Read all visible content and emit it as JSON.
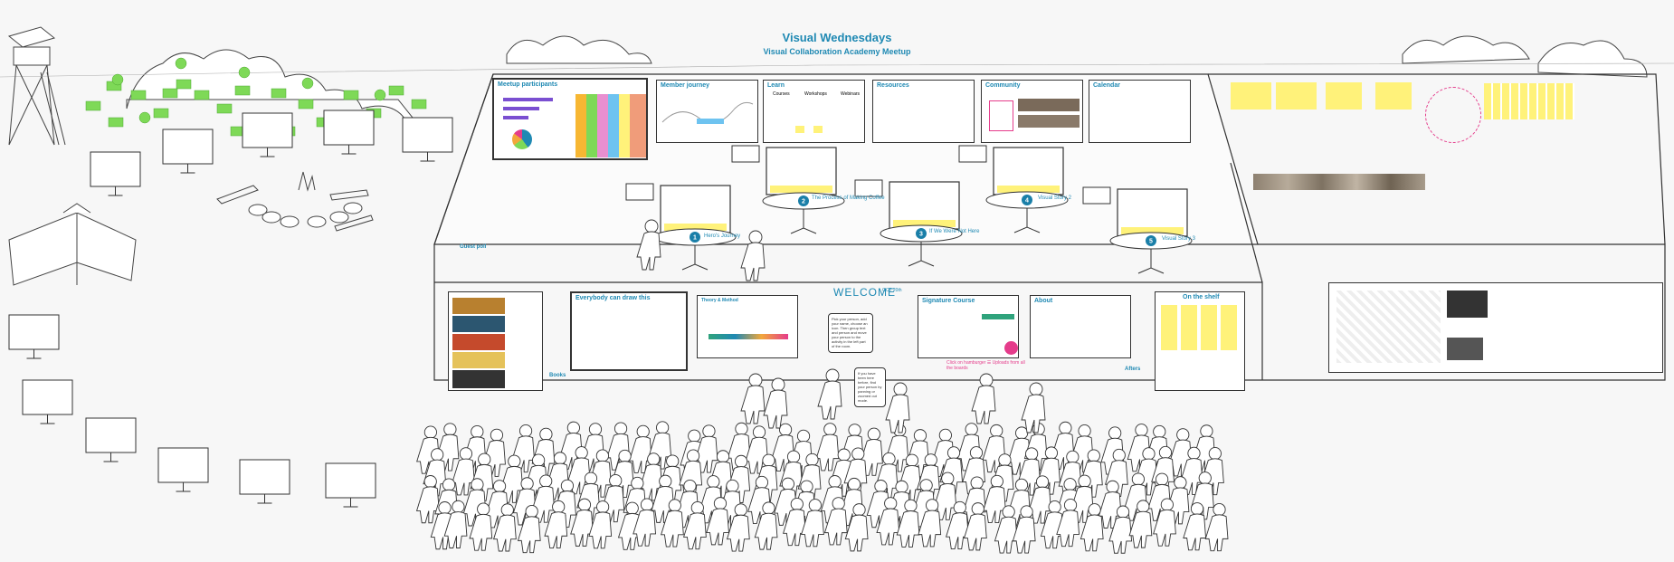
{
  "header": {
    "title": "Visual Wednesdays",
    "subtitle": "Visual Collaboration Academy Meetup"
  },
  "boards": {
    "participants": "Meetup participants",
    "journey": "Member journey",
    "learn": "Learn",
    "resources": "Resources",
    "community": "Community",
    "calendar": "Calendar",
    "everybody": "Everybody can draw this",
    "theory": "Theory & Method",
    "signature": "Signature Course",
    "about": "About",
    "shelf": "On the shelf"
  },
  "learn_columns": [
    "Courses",
    "Workshops",
    "Webinars"
  ],
  "labels": {
    "books": "Books",
    "afters": "Afters",
    "guest": "Guest poll",
    "welcome": "WELCOME",
    "welcome_date": "OCT 20th"
  },
  "stations": [
    {
      "num": "1",
      "label": "Hero's Journey"
    },
    {
      "num": "2",
      "label": "The Process of Making Coffee"
    },
    {
      "num": "3",
      "label": "If We Were Not Here"
    },
    {
      "num": "4",
      "label": "Visual Story 2"
    },
    {
      "num": "5",
      "label": "Visual Story 3"
    }
  ],
  "speech": {
    "bubble1": "Pick your person, add your name, choose an icon. Then group text and person and move your person to the activity in the left part of the room.",
    "bubble2": "If you have been here before, find your person by panning or zoomed out mode."
  },
  "pink_note": "Click on hamburger ☰ Uploads from all the boards",
  "colors": {
    "accent": "#1f89b3",
    "sticky_green": "#7ed957",
    "sticky_yellow": "#fff27a",
    "badge_teal": "#1a7fa8",
    "pink": "#e53c8b"
  }
}
